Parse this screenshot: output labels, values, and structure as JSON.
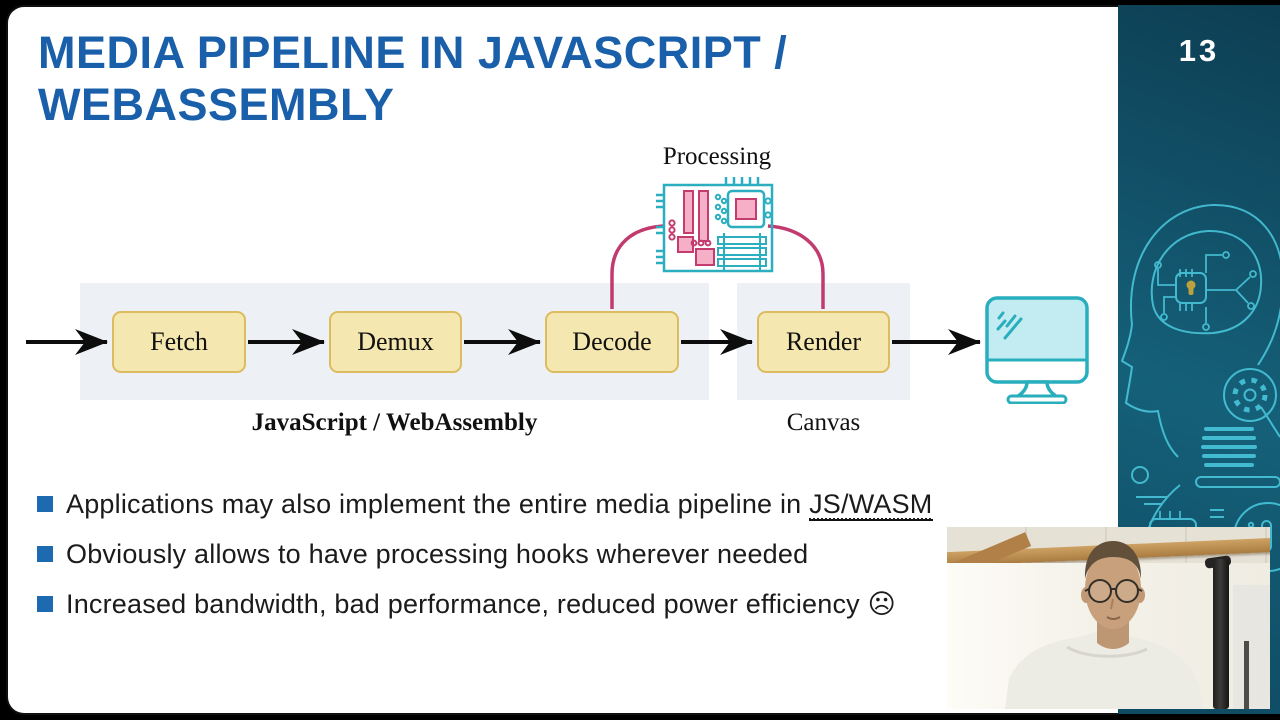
{
  "page": {
    "number": "13"
  },
  "slide": {
    "title": {
      "line1": "MEDIA PIPELINE IN JAVASCRIPT /",
      "line2": "WEBASSEMBLY"
    },
    "diagram": {
      "processing_label": "Processing",
      "stages": [
        "Fetch",
        "Demux",
        "Decode",
        "Render"
      ],
      "group1_caption": "JavaScript / WebAssembly",
      "group2_caption": "Canvas"
    },
    "bullets": [
      {
        "text": "Applications may also implement the entire media pipeline in ",
        "highlight": "JS/WASM",
        "emoji": ""
      },
      {
        "text": "Obviously allows to have processing hooks wherever needed",
        "highlight": "",
        "emoji": ""
      },
      {
        "text": "Increased bandwidth, bad performance, reduced power efficiency ",
        "highlight": "",
        "emoji": "☹"
      }
    ]
  },
  "colors": {
    "title_blue": "#1a5fa9",
    "bullet_square_blue": "#1d6ab0",
    "stage_box_fill": "#f5e7b0",
    "stage_box_border": "#dcbc5e",
    "band_gray": "#edf0f4",
    "connector_pink": "#c23b6e",
    "icon_teal": "#2aaec0",
    "sidebar_teal_dark": "#0d3e53",
    "sidebar_teal_light": "#156079",
    "sidebar_art_cyan": "#4ed2e6",
    "lock_yellow": "#e8b430"
  }
}
